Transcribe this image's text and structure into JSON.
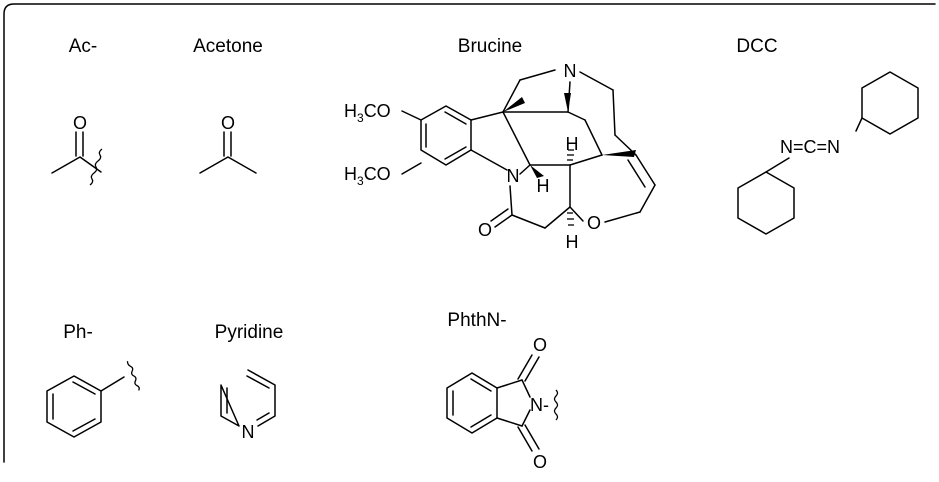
{
  "compounds": [
    {
      "key": "acetyl",
      "name": "Ac-"
    },
    {
      "key": "acetone",
      "name": "Acetone"
    },
    {
      "key": "brucine",
      "name": "Brucine"
    },
    {
      "key": "dcc",
      "name": "DCC"
    },
    {
      "key": "phenyl",
      "name": "Ph-"
    },
    {
      "key": "pyridine",
      "name": "Pyridine"
    },
    {
      "key": "phthalimido",
      "name": "PhthN-"
    }
  ],
  "atoms": {
    "oxygen": "O",
    "nitrogen": "N",
    "hydrogen": "H",
    "carbodiimide": "N=C=N",
    "methoxy_prefix": "H",
    "methoxy_subscript": "3",
    "methoxy_suffix": "CO",
    "imide_n": "N-"
  }
}
